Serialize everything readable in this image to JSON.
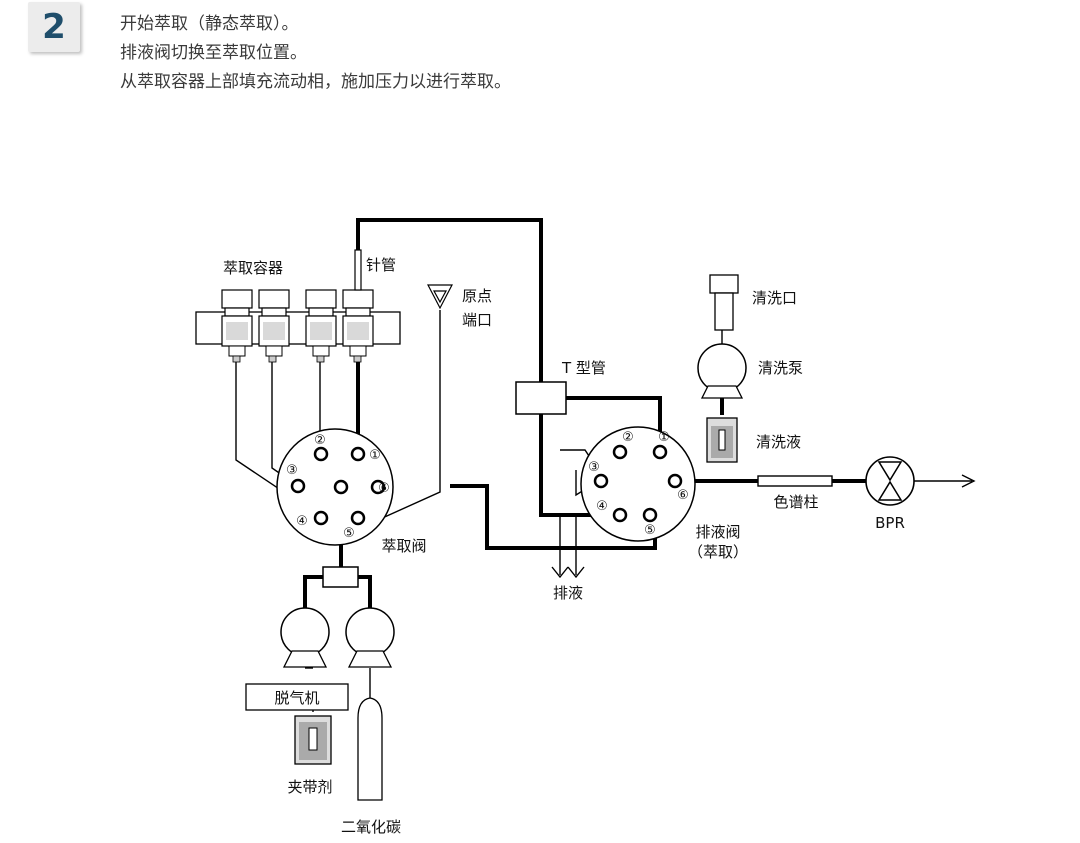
{
  "step": {
    "number": "2",
    "lines": [
      "开始萃取（静态萃取）。",
      "排液阀切换至萃取位置。",
      "从萃取容器上部填充流动相，施加压力以进行萃取。"
    ]
  },
  "labels": {
    "vessels": "萃取容器",
    "needle": "针管",
    "origin_line1": "原点",
    "origin_line2": "端口",
    "t_pipe": "T 型管",
    "wash_port": "清洗口",
    "wash_pump": "清洗泵",
    "wash_liquid": "清洗液",
    "column": "色谱柱",
    "bpr": "BPR",
    "extract_valve": "萃取阀",
    "drain_valve_line1": "排液阀",
    "drain_valve_line2": "（萃取）",
    "drain": "排液",
    "degasser": "脱气机",
    "entrainer": "夹带剂",
    "co2": "二氧化碳"
  },
  "ports": [
    "①",
    "②",
    "③",
    "④",
    "⑤",
    "⑥"
  ]
}
